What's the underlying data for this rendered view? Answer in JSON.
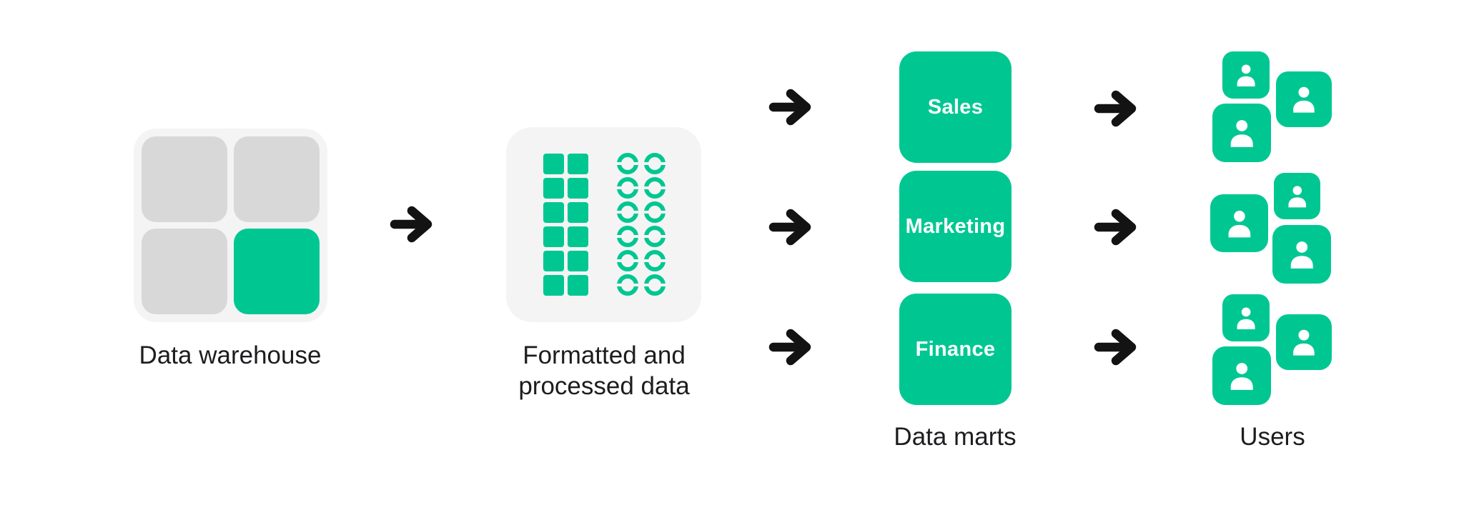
{
  "colors": {
    "green": "#00C792",
    "tile_gray": "#D8D8D8",
    "panel_bg": "#F4F4F5",
    "text": "#1D1D20",
    "arrow": "#131313",
    "icon_white": "#FFFFFF"
  },
  "warehouse": {
    "label": "Data warehouse",
    "tiles": [
      "gray",
      "gray",
      "gray",
      "green"
    ]
  },
  "processed": {
    "label": "Formatted and processed data",
    "label_lines": [
      "Formatted and",
      "processed data"
    ],
    "squares_grid": {
      "rows": 6,
      "cols": 2
    },
    "rings_grid": {
      "rows": 6,
      "cols": 2
    }
  },
  "marts": {
    "caption": "Data marts",
    "items": [
      {
        "name": "Sales"
      },
      {
        "name": "Marketing"
      },
      {
        "name": "Finance"
      }
    ]
  },
  "users": {
    "caption": "Users",
    "cluster_count": 3,
    "users_per_cluster": 3
  }
}
